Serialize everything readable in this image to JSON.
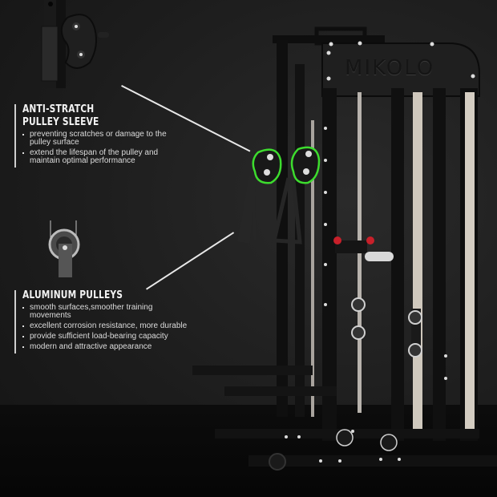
{
  "brand": {
    "logo_text": "MIKOLO"
  },
  "callouts": [
    {
      "title_line1": "ANTI-STRATCH",
      "title_line2": "PULLEY SLEEVE",
      "bullets": [
        "preventing scratches or damage to the pulley surface",
        "extend the lifespan of the pulley and maintain optimal performance"
      ]
    },
    {
      "title_line1": "ALUMINUM PULLEYS",
      "bullets": [
        "smooth surfaces,smoother training movements",
        "excellent corrosion resistance, more durable",
        "provide sufficient load-bearing capacity",
        "modern and attractive appearance"
      ]
    }
  ],
  "colors": {
    "background": "#1d1d1d",
    "frame": "#101010",
    "highlight": "#3ddc2e",
    "accent_red": "#d0202a",
    "chrome": "#c9c4bc",
    "text": "#e6e6e6"
  },
  "images": {
    "detail_top": "pulley-sleeve-closeup",
    "detail_mid": "aluminum-pulley-closeup",
    "main": "smith-machine-power-rack"
  }
}
